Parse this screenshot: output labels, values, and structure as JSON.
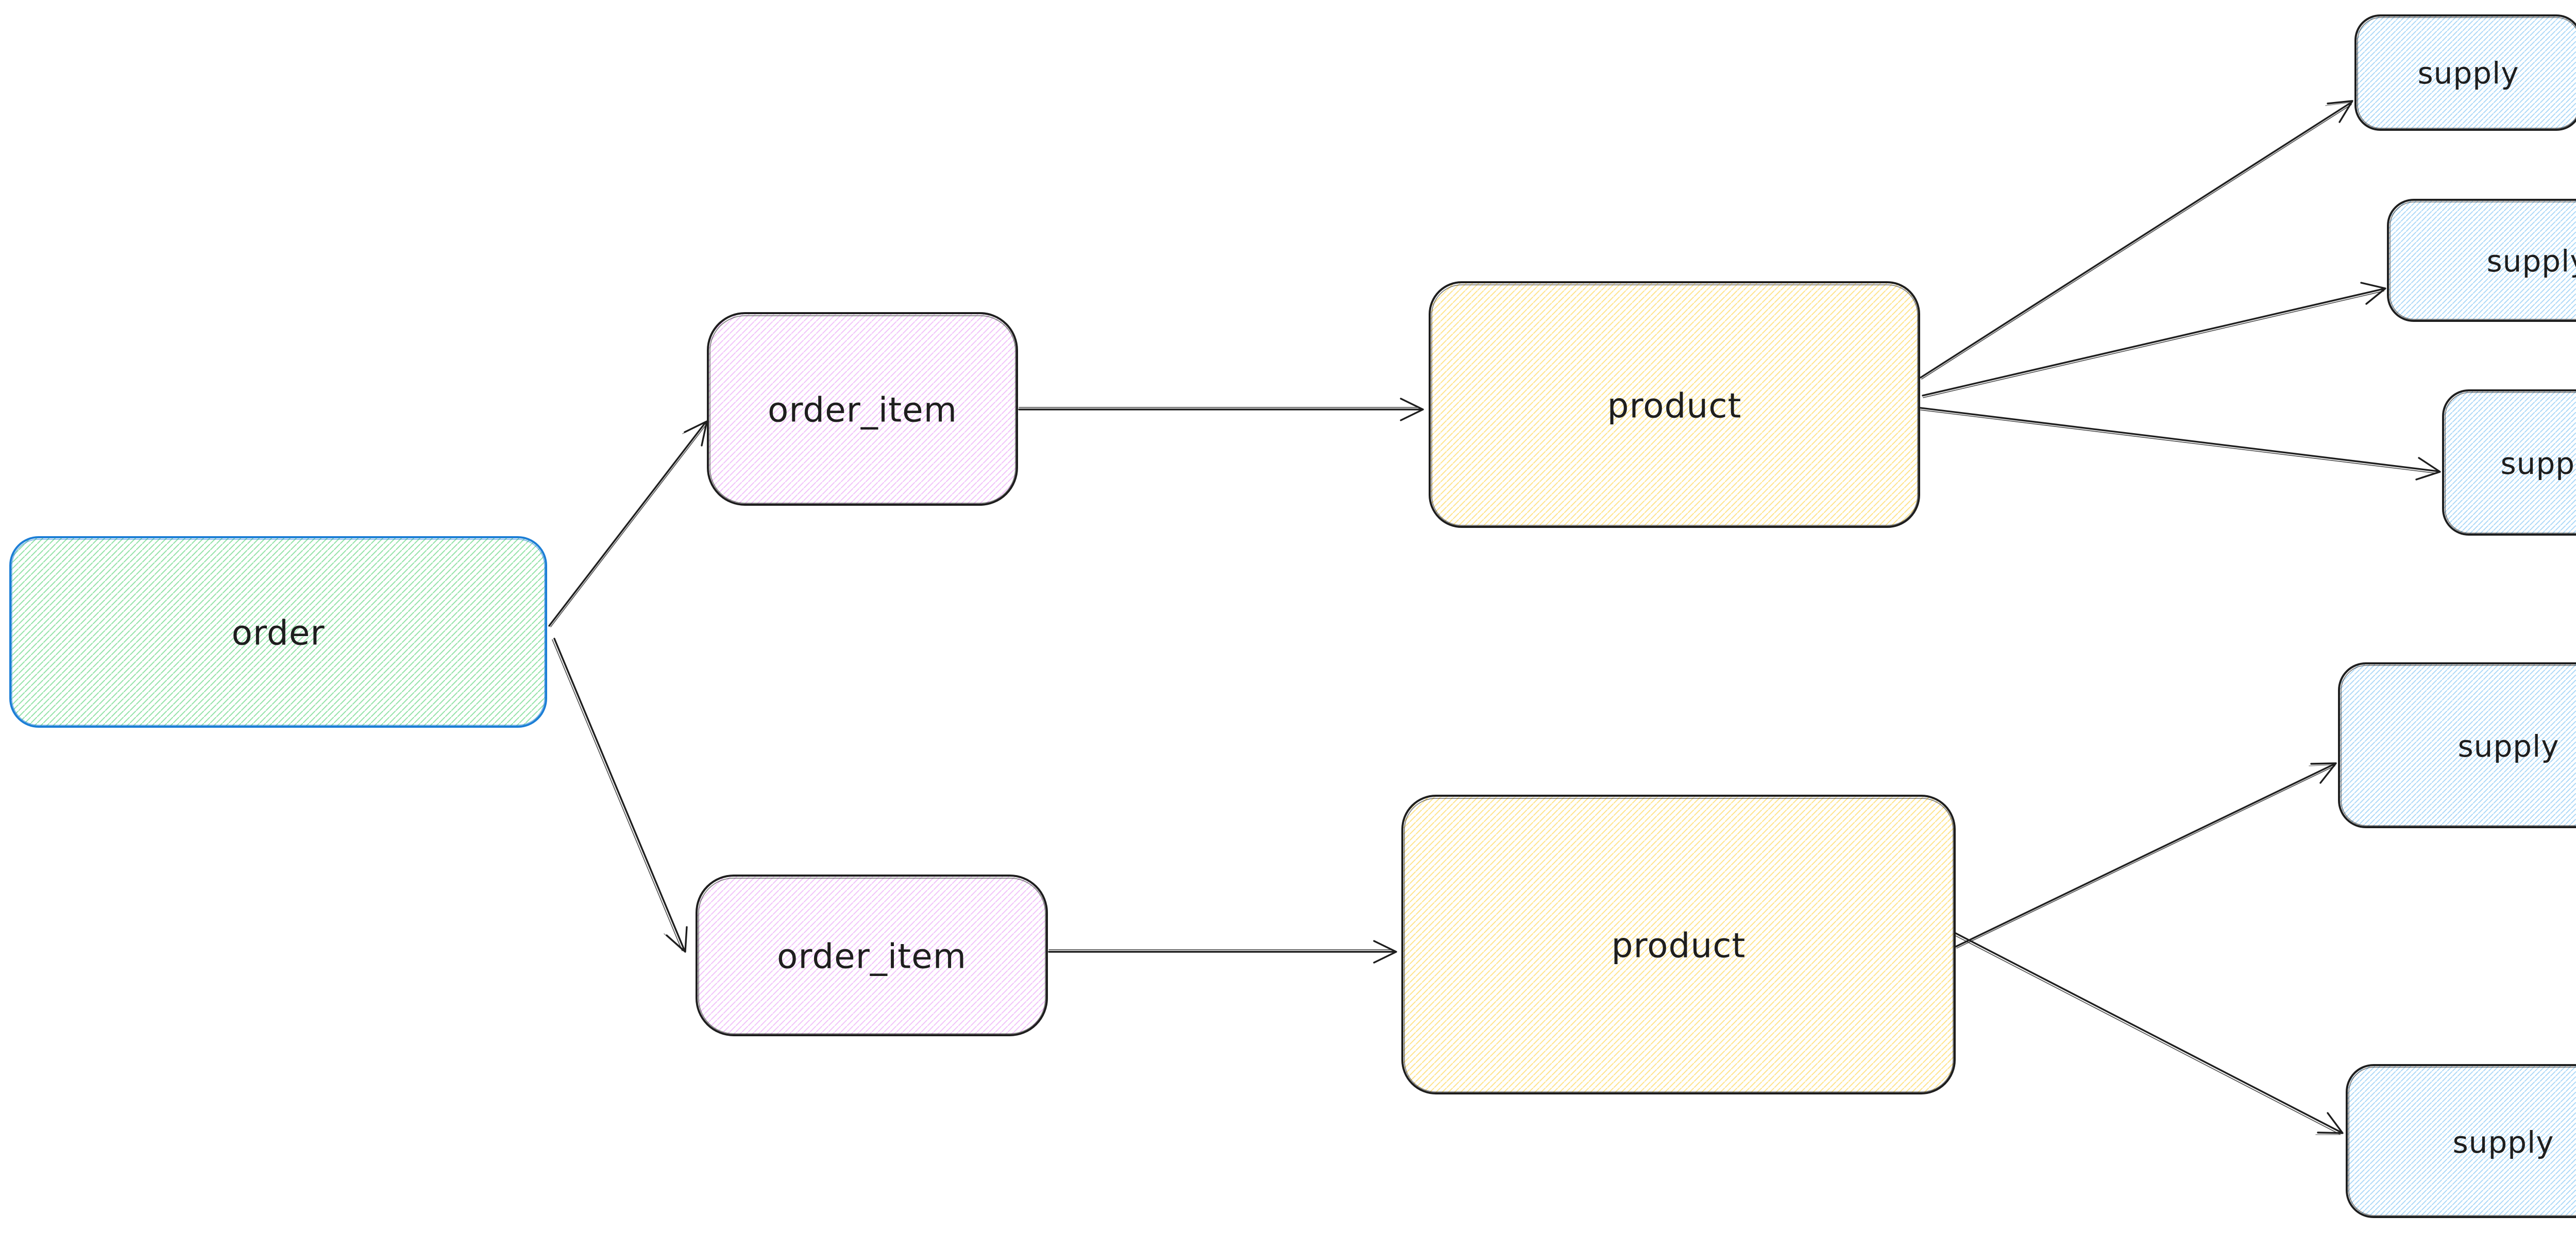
{
  "canvas": {
    "background": "#ffffff"
  },
  "palette": {
    "green_hatch": "#94e2a8",
    "violet_hatch": "#f2c4fa",
    "yellow_hatch": "#ffe48c",
    "blue_hatch": "#aed9f8",
    "order_border": "#1c7ed6",
    "dark_stroke": "#1e1e1e"
  },
  "nodes": [
    {
      "id": "order",
      "label": "order",
      "color": "green",
      "stroke": "#1c7ed6"
    },
    {
      "id": "order-item-1",
      "label": "order_item",
      "color": "violet",
      "stroke": "#1e1e1e"
    },
    {
      "id": "product-1",
      "label": "product",
      "color": "yellow",
      "stroke": "#1e1e1e"
    },
    {
      "id": "supply-1",
      "label": "supply",
      "color": "blue",
      "stroke": "#1e1e1e"
    },
    {
      "id": "supply-2",
      "label": "supply",
      "color": "blue",
      "stroke": "#1e1e1e"
    },
    {
      "id": "supply-3",
      "label": "supply",
      "color": "blue",
      "stroke": "#1e1e1e"
    },
    {
      "id": "order-item-2",
      "label": "order_item",
      "color": "violet",
      "stroke": "#1e1e1e"
    },
    {
      "id": "product-2",
      "label": "product",
      "color": "yellow",
      "stroke": "#1e1e1e"
    },
    {
      "id": "supply-4",
      "label": "supply",
      "color": "blue",
      "stroke": "#1e1e1e"
    },
    {
      "id": "supply-5",
      "label": "supply",
      "color": "blue",
      "stroke": "#1e1e1e"
    }
  ],
  "edges": [
    {
      "from": "order",
      "to": "order-item-1"
    },
    {
      "from": "order",
      "to": "order-item-2"
    },
    {
      "from": "order-item-1",
      "to": "product-1"
    },
    {
      "from": "order-item-2",
      "to": "product-2"
    },
    {
      "from": "product-1",
      "to": "supply-1"
    },
    {
      "from": "product-1",
      "to": "supply-2"
    },
    {
      "from": "product-1",
      "to": "supply-3"
    },
    {
      "from": "product-2",
      "to": "supply-4"
    },
    {
      "from": "product-2",
      "to": "supply-5"
    }
  ]
}
